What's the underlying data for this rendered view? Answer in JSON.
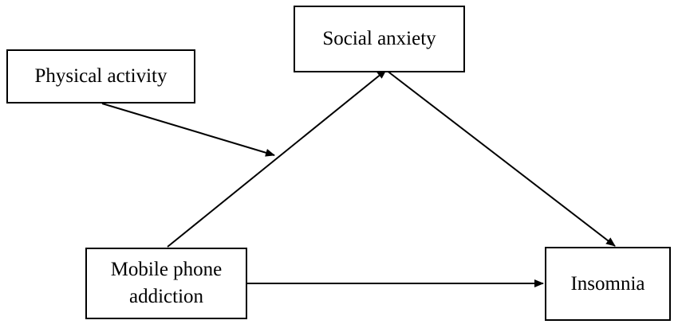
{
  "diagram": {
    "nodes": {
      "physical_activity": {
        "label": "Physical activity"
      },
      "social_anxiety": {
        "label": "Social anxiety"
      },
      "mobile_phone_addiction": {
        "label": "Mobile phone addiction"
      },
      "insomnia": {
        "label": "Insomnia"
      }
    },
    "edges": [
      {
        "from": "Mobile phone addiction",
        "to": "Social anxiety"
      },
      {
        "from": "Social anxiety",
        "to": "Insomnia"
      },
      {
        "from": "Mobile phone addiction",
        "to": "Insomnia"
      },
      {
        "from": "Physical activity",
        "to": "Mobile phone addiction → Social anxiety path"
      }
    ]
  }
}
